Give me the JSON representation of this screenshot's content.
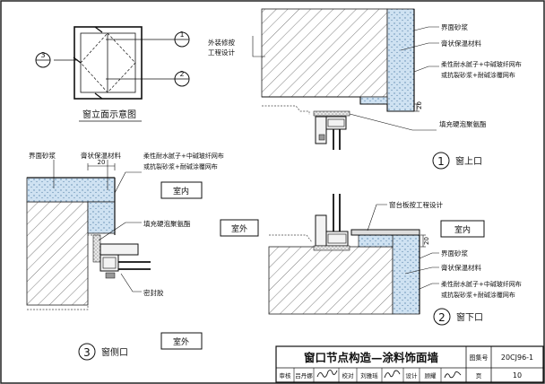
{
  "elevation": {
    "title": "窗立面示意图",
    "marker_1": "1",
    "marker_2": "2",
    "marker_3": "3"
  },
  "head_detail": {
    "circle_no": "1",
    "title": "窗上口",
    "dim_20": "20",
    "label_facade": [
      "外装修按",
      "工程设计"
    ],
    "label_interface_mortar": "界面砂浆",
    "label_insulation": "膏状保温材料",
    "label_mesh": [
      "柔性耐水腻子+中碱玻纤网布",
      "或抗裂砂浆+耐碱涂覆网布"
    ],
    "label_foam": "填充硬泡聚氨酯"
  },
  "sill_detail": {
    "circle_no": "2",
    "title": "窗下口",
    "dim_20": "20",
    "room_inside": "室内",
    "label_sill_board": "窗台板按工程设计",
    "label_interface_mortar": "界面砂浆",
    "label_insulation": "膏状保温材料",
    "label_mesh": [
      "柔性耐水腻子+中碱玻纤网布",
      "或抗裂砂浆+耐碱涂覆网布"
    ]
  },
  "jamb_detail": {
    "circle_no": "3",
    "title": "窗侧口",
    "dim_20": "20",
    "room_inside": "室内",
    "room_outside_mid": "室外",
    "room_outside_bottom": "室外",
    "label_interface_mortar": "界面砂浆",
    "label_insulation": "膏状保温材料",
    "label_mesh": [
      "柔性耐水腻子+中碱玻纤网布",
      "或抗裂砂浆+耐碱涂覆网布"
    ],
    "label_foam": "填充硬泡聚氨酯",
    "label_sealant": "密封胶"
  },
  "title_block": {
    "title": "窗口节点构造—涂料饰面墙",
    "atlas_label": "图集号",
    "atlas_no": "20CJ96-1",
    "review_label": "审核",
    "review_name": "吕丹娜",
    "check_label": "校对",
    "check_name": "刘雅瑶",
    "design_label": "设计",
    "design_name": "顾耀",
    "page_label": "页",
    "page_no": "10"
  }
}
